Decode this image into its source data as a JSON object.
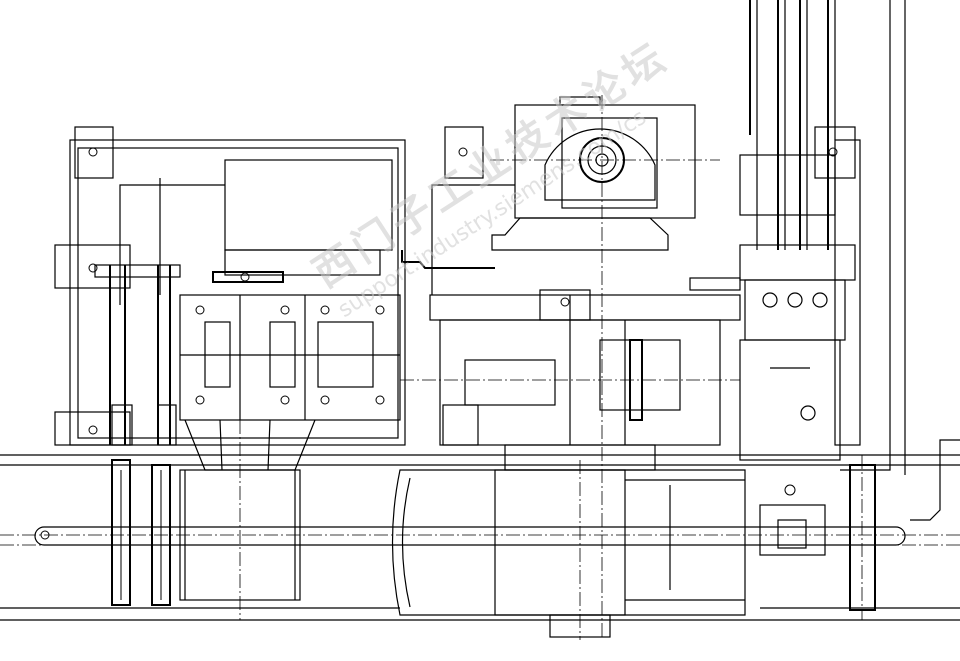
{
  "drawing": {
    "type": "mechanical assembly drawing (side elevation)",
    "watermark": {
      "title": "西门子工业技术论坛",
      "url": "support.industry.siemens.com/cs"
    }
  }
}
